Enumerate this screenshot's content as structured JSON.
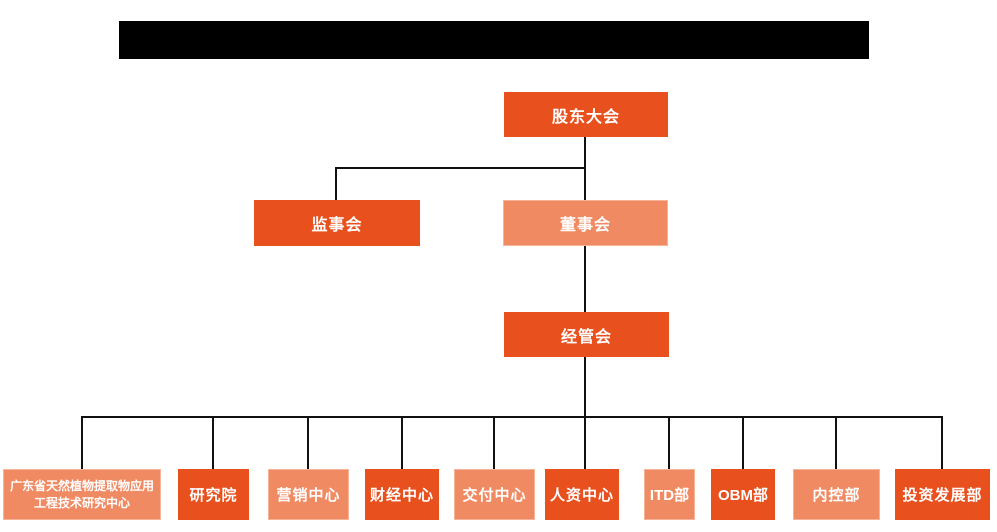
{
  "title_bar": {
    "redacted": true,
    "color": "#000000"
  },
  "colors": {
    "primary_orange": "#E8501E",
    "secondary_salmon": "#F08A62",
    "connector": "#111111",
    "label_text": "#ffffff",
    "background": "#ffffff"
  },
  "org": {
    "top": {
      "label": "股东大会"
    },
    "supervisory": {
      "label": "监事会"
    },
    "board": {
      "label": "董事会"
    },
    "management": {
      "label": "经管会"
    },
    "departments": [
      {
        "label": "广东省天然植物提取物应用工程技术研究中心"
      },
      {
        "label": "研究院"
      },
      {
        "label": "营销中心"
      },
      {
        "label": "财经中心"
      },
      {
        "label": "交付中心"
      },
      {
        "label": "人资中心"
      },
      {
        "label": "ITD部"
      },
      {
        "label": "OBM部"
      },
      {
        "label": "内控部"
      },
      {
        "label": "投资发展部"
      }
    ]
  }
}
